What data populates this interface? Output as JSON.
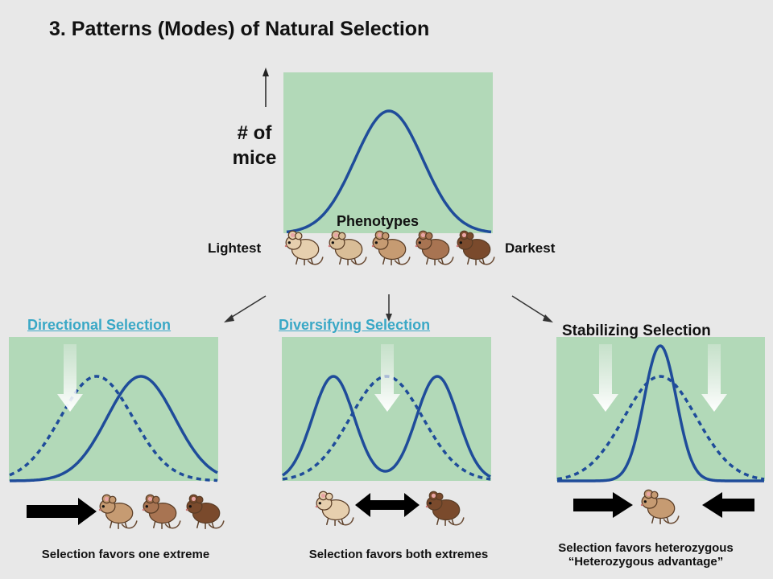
{
  "title": "3.  Patterns (Modes) of Natural Selection",
  "top_panel": {
    "y_label_line1": "# of",
    "y_label_line2": "mice",
    "x_label": "Phenotypes",
    "left_label": "Lightest",
    "right_label": "Darkest"
  },
  "panels": [
    {
      "heading": "Directional Selection",
      "caption_line1": "Selection favors one extreme",
      "caption_line2": ""
    },
    {
      "heading": "Diversifying Selection",
      "caption_line1": "Selection favors both extremes",
      "caption_line2": ""
    },
    {
      "heading": "Stabilizing Selection",
      "caption_line1": "Selection favors heterozygous",
      "caption_line2": "“Heterozygous advantage”"
    }
  ],
  "colors": {
    "background": "#e8e8e8",
    "panel_fill": "#b2d9b8",
    "curve": "#1f4c9a",
    "link": "#3aa8c6",
    "arrow": "#000000",
    "mouse_light": "#dcc3a0",
    "mouse_dark": "#7a4a2c"
  }
}
